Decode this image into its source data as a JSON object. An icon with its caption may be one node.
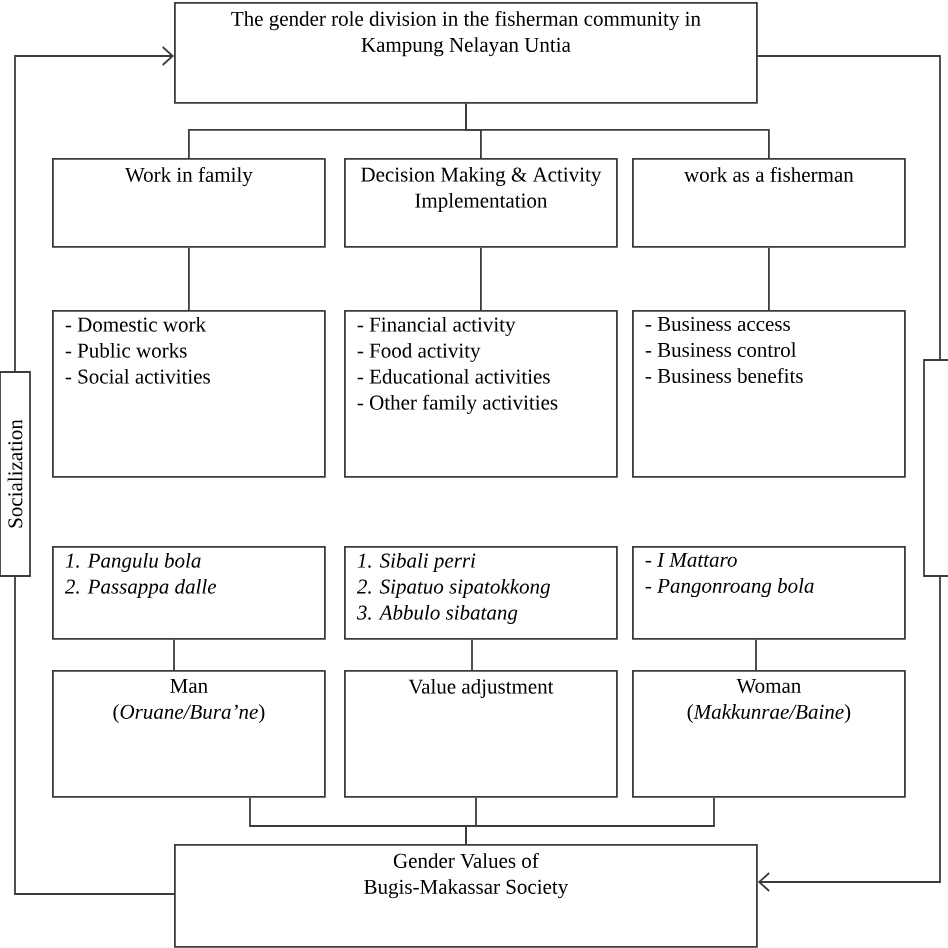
{
  "diagram": {
    "nodes": [
      {
        "text": [
          "The gender role division in the fisherman community in Kampung Nelayan Untia"
        ]
      },
      {
        "text": [
          "Work in family"
        ]
      },
      {
        "text": [
          "Decision Making & Activity Implementation"
        ]
      },
      {
        "text": [
          "work as a fisherman"
        ]
      },
      {
        "text": [
          "- Domestic work",
          "- Public works",
          "- Social activities"
        ]
      },
      {
        "text": [
          "- Financial activity",
          "- Food activity",
          "- Educational activities",
          "- Other family activities"
        ]
      },
      {
        "text": [
          "- Business access",
          "- Business control",
          "- Business benefits"
        ]
      },
      {
        "text": [
          "1. Pangulu bola",
          "2. Passappa dalle"
        ]
      },
      {
        "text": [
          "1. Sibali perri",
          "2. Sipatuo sipatokkong",
          "3. Abbulo sibatang"
        ]
      },
      {
        "text": [
          "- I Mattaro",
          "- Pangonroang bola"
        ]
      },
      {
        "text": [
          "Man",
          "(*Oruane/Bura’ne*)"
        ]
      },
      {
        "text": [
          "Value adjustment"
        ]
      },
      {
        "text": [
          "Woman",
          "(*Makkunrae/Baine*)"
        ]
      },
      {
        "text": [
          "Gender Values of Bugis-Makassar Society"
        ]
      },
      {
        "text": [
          "Socialization"
        ]
      },
      {
        "text": [],
        "shape": "box"
      }
    ],
    "edges": [
      {
        "from": 0,
        "to": 1,
        "arrow": "none"
      },
      {
        "from": 0,
        "to": 2,
        "arrow": "none"
      },
      {
        "from": 0,
        "to": 3,
        "arrow": "none"
      },
      {
        "from": 1,
        "to": 4,
        "arrow": "none"
      },
      {
        "from": 2,
        "to": 5,
        "arrow": "none"
      },
      {
        "from": 3,
        "to": 6,
        "arrow": "none"
      },
      {
        "from": 7,
        "to": 10,
        "arrow": "none"
      },
      {
        "from": 8,
        "to": 11,
        "arrow": "none"
      },
      {
        "from": 9,
        "to": 12,
        "arrow": "none"
      },
      {
        "from": 10,
        "to": 13,
        "arrow": "none"
      },
      {
        "from": 11,
        "to": 13,
        "arrow": "none"
      },
      {
        "from": 12,
        "to": 13,
        "arrow": "none"
      },
      {
        "from": 13,
        "to": 14,
        "arrow": "none"
      },
      {
        "from": 14,
        "to": 0,
        "arrow": "to"
      },
      {
        "from": 0,
        "to": 15,
        "arrow": "none"
      },
      {
        "from": 15,
        "to": 13,
        "arrow": "to"
      }
    ]
  }
}
